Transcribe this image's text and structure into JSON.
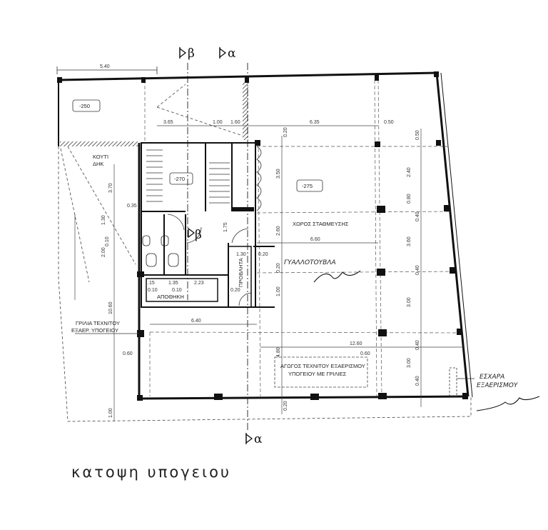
{
  "title": "κατοψη υπογειου",
  "section_markers": {
    "beta_top": "β",
    "alpha_top": "α",
    "alpha_bottom": "α",
    "beta_mid": "β"
  },
  "room_levels": {
    "level_a": "-250",
    "level_b": "-270",
    "level_c": "-275"
  },
  "room_labels": {
    "kouti_line1": "ΚΟΥΤΙ",
    "kouti_line2": "ΔΗΚ",
    "parking": "ΧΩΡΟΣ ΣΤΑΘΜΕΥΣΗΣ",
    "glass_brick": "ΓΥΑΛΛΟΤΟΥΒΛΑ",
    "storage": "ΑΠΟΘΗΚΗ",
    "provlita": "ΠΡΟΒΛΗΤΑ",
    "grill_line1": "ΓΡΙΛΙΑ ΤΕΧΝΙΤΟΥ",
    "grill_line2": "ΕΞΑΕΡ. ΥΠΟΓΕΙΟΥ",
    "duct_line1": "ΑΓΩΓΟΣ ΤΕΧΝΙΤΟΥ ΕΞΑΕΡΙΣΜΟΥ",
    "duct_line2": "ΥΠΟΓΕΙΟΥ ΜΕ ΓΡΙΛΙΕΣ",
    "eschara_line1": "ΕΣΧΑΡΑ",
    "eschara_line2": "ΕΞΑΕΡΙΣΜΟΥ"
  },
  "dimensions": {
    "d_540": "5.40",
    "d_365": "3.65",
    "d_100": "1.00",
    "d_160": "1.60",
    "d_635": "6.35",
    "d_050a": "0.50",
    "d_050b": "0.50",
    "d_020a": "0.20",
    "d_240": "2.40",
    "d_080": "0.80",
    "d_370": "3.70",
    "d_350": "3.50",
    "d_035": "0.35",
    "d_130a": "1.30",
    "d_010": "0.10",
    "d_200": "2.00",
    "d_175": "1.75",
    "d_260": "2.60",
    "d_660": "6.60",
    "d_360": "3.60",
    "d_040a": "0.40",
    "d_130b": "1.30",
    "d_020b": "0.20",
    "d_040b": "0.40",
    "d_020c": "0.20",
    "d_015": ".15",
    "d_135": "1.35",
    "d_223": "2.23",
    "d_010b": "0.10",
    "d_010c": "0.10",
    "d_020d": "0.20",
    "d_300a": "3.00",
    "d_100b": "1.00",
    "d_1060": "10.60",
    "d_640": "6.40",
    "d_1260": "12.60",
    "d_060a": "0.60",
    "d_060b": "0.60",
    "d_480": "4.80",
    "d_040c": "0.40",
    "d_300b": "3.00",
    "d_040d": "0.40",
    "d_100c": "1.00",
    "d_020e": "0.20"
  }
}
